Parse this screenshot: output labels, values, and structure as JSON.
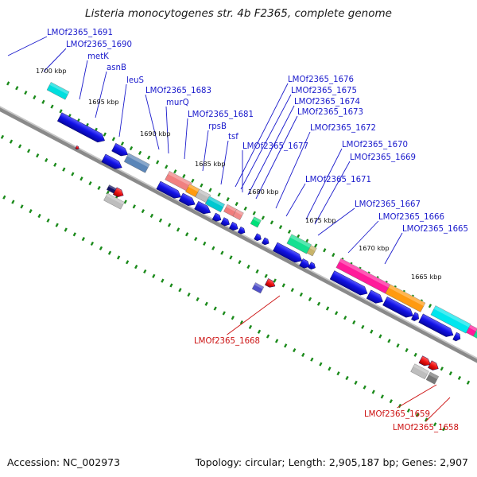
{
  "title": "Listeria monocytogenes str. 4b F2365, complete genome",
  "footer": {
    "accession": "Accession: NC_002973",
    "stats": "Topology: circular; Length: 2,905,187 bp; Genes: 2,907"
  },
  "colors": {
    "forward_cds": "#1010e0",
    "reverse_cds": "#ee1010",
    "forward_label": "#1a1acc",
    "reverse_label": "#cc1111",
    "backbone": "#888888",
    "tick": "#1a8a1a"
  },
  "position_markers": [
    "1700 kbp",
    "1695 kbp",
    "1690 kbp",
    "1685 kbp",
    "1680 kbp",
    "1675 kbp",
    "1670 kbp",
    "1665 kbp"
  ],
  "forward_gene_labels": [
    "LMOf2365_1691",
    "LMOf2365_1690",
    "metK",
    "asnB",
    "leuS",
    "LMOf2365_1683",
    "murQ",
    "LMOf2365_1681",
    "rpsB",
    "tsf",
    "LMOf2365_1677",
    "LMOf2365_1676",
    "LMOf2365_1675",
    "LMOf2365_1674",
    "LMOf2365_1673",
    "LMOf2365_1672",
    "LMOf2365_1671",
    "LMOf2365_1670",
    "LMOf2365_1669",
    "LMOf2365_1667",
    "LMOf2365_1666",
    "LMOf2365_1665"
  ],
  "reverse_gene_labels": [
    "LMOf2365_1668",
    "LMOf2365_1659",
    "LMOf2365_1658"
  ]
}
